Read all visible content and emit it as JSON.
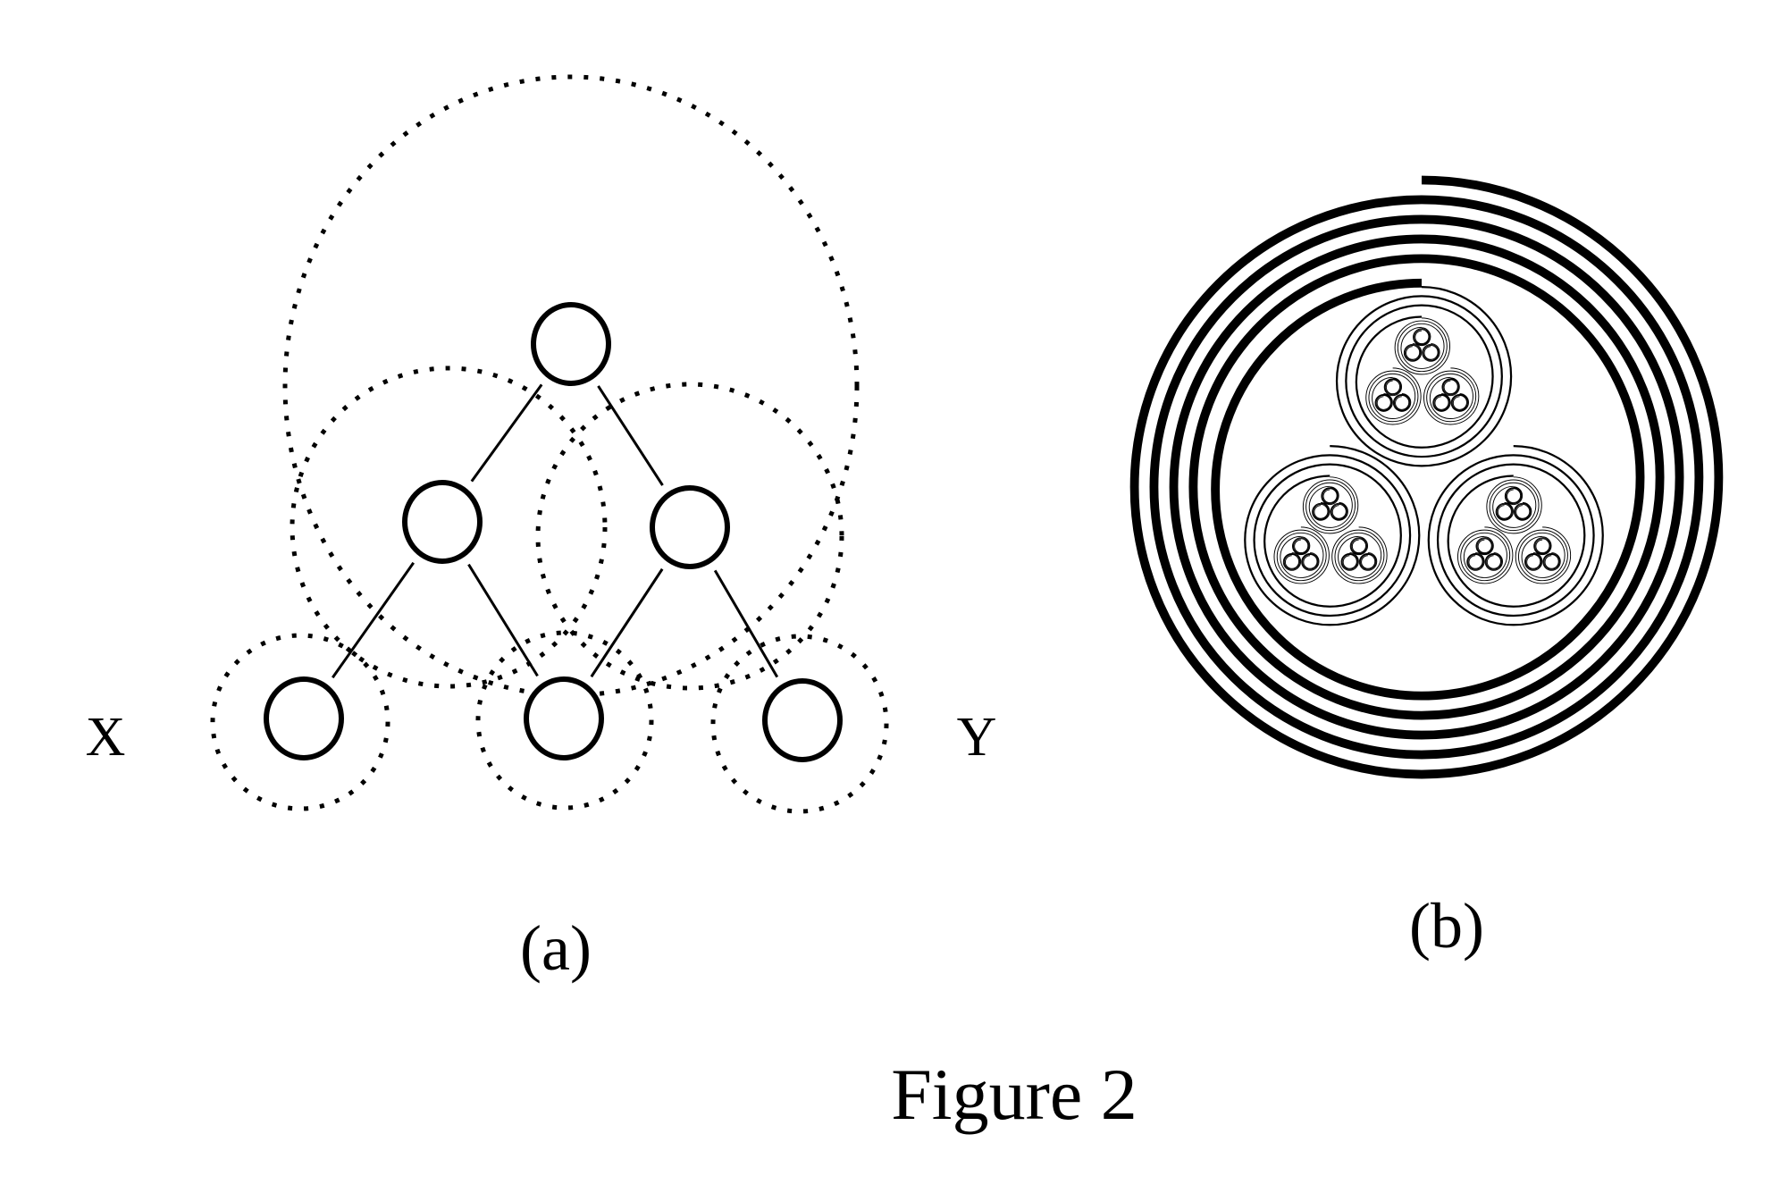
{
  "figure": {
    "caption": "Figure 2",
    "stroke_color": "#000000",
    "background": "#ffffff"
  },
  "panel_a": {
    "label": "(a)",
    "leaf_labels": {
      "left": "X",
      "right": "Y"
    },
    "tree": {
      "nodes": [
        {
          "id": "root",
          "level": 0
        },
        {
          "id": "mid-left",
          "level": 1,
          "parent": "root"
        },
        {
          "id": "mid-right",
          "level": 1,
          "parent": "root"
        },
        {
          "id": "leaf-left",
          "level": 2,
          "parent": "mid-left"
        },
        {
          "id": "leaf-middle",
          "level": 2,
          "parents": [
            "mid-left",
            "mid-right"
          ]
        },
        {
          "id": "leaf-right",
          "level": 2,
          "parent": "mid-right"
        }
      ],
      "dotted_regions": [
        "root-region",
        "mid-left-region",
        "mid-right-region",
        "leaf-left-region",
        "leaf-middle-region",
        "leaf-right-region"
      ]
    }
  },
  "panel_b": {
    "label": "(b)",
    "description": "Nested spiral cable cross-section, three sub-bundles per level, self-similar recursion",
    "outer_spiral_turns": 5,
    "sub_bundles_per_level": 3,
    "recursion_depth": 4
  }
}
